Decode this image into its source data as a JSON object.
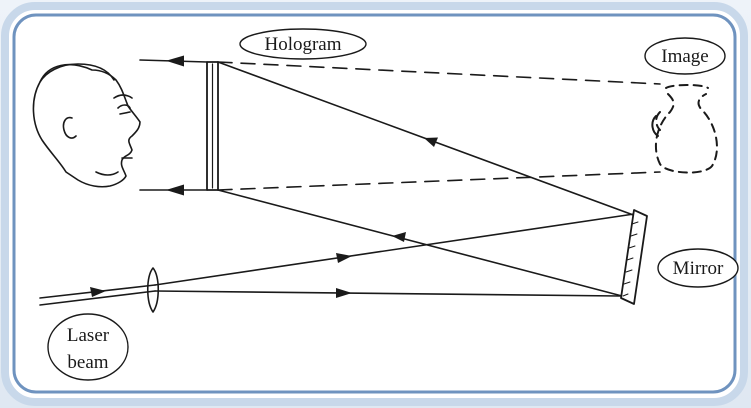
{
  "labels": {
    "hologram": "Hologram",
    "image": "Image",
    "mirror": "Mirror",
    "laser_line1": "Laser",
    "laser_line2": "beam"
  },
  "colors": {
    "border_outer": "#aac3de",
    "border_inner": "#6f93bf",
    "ink": "#1a1a1a"
  }
}
